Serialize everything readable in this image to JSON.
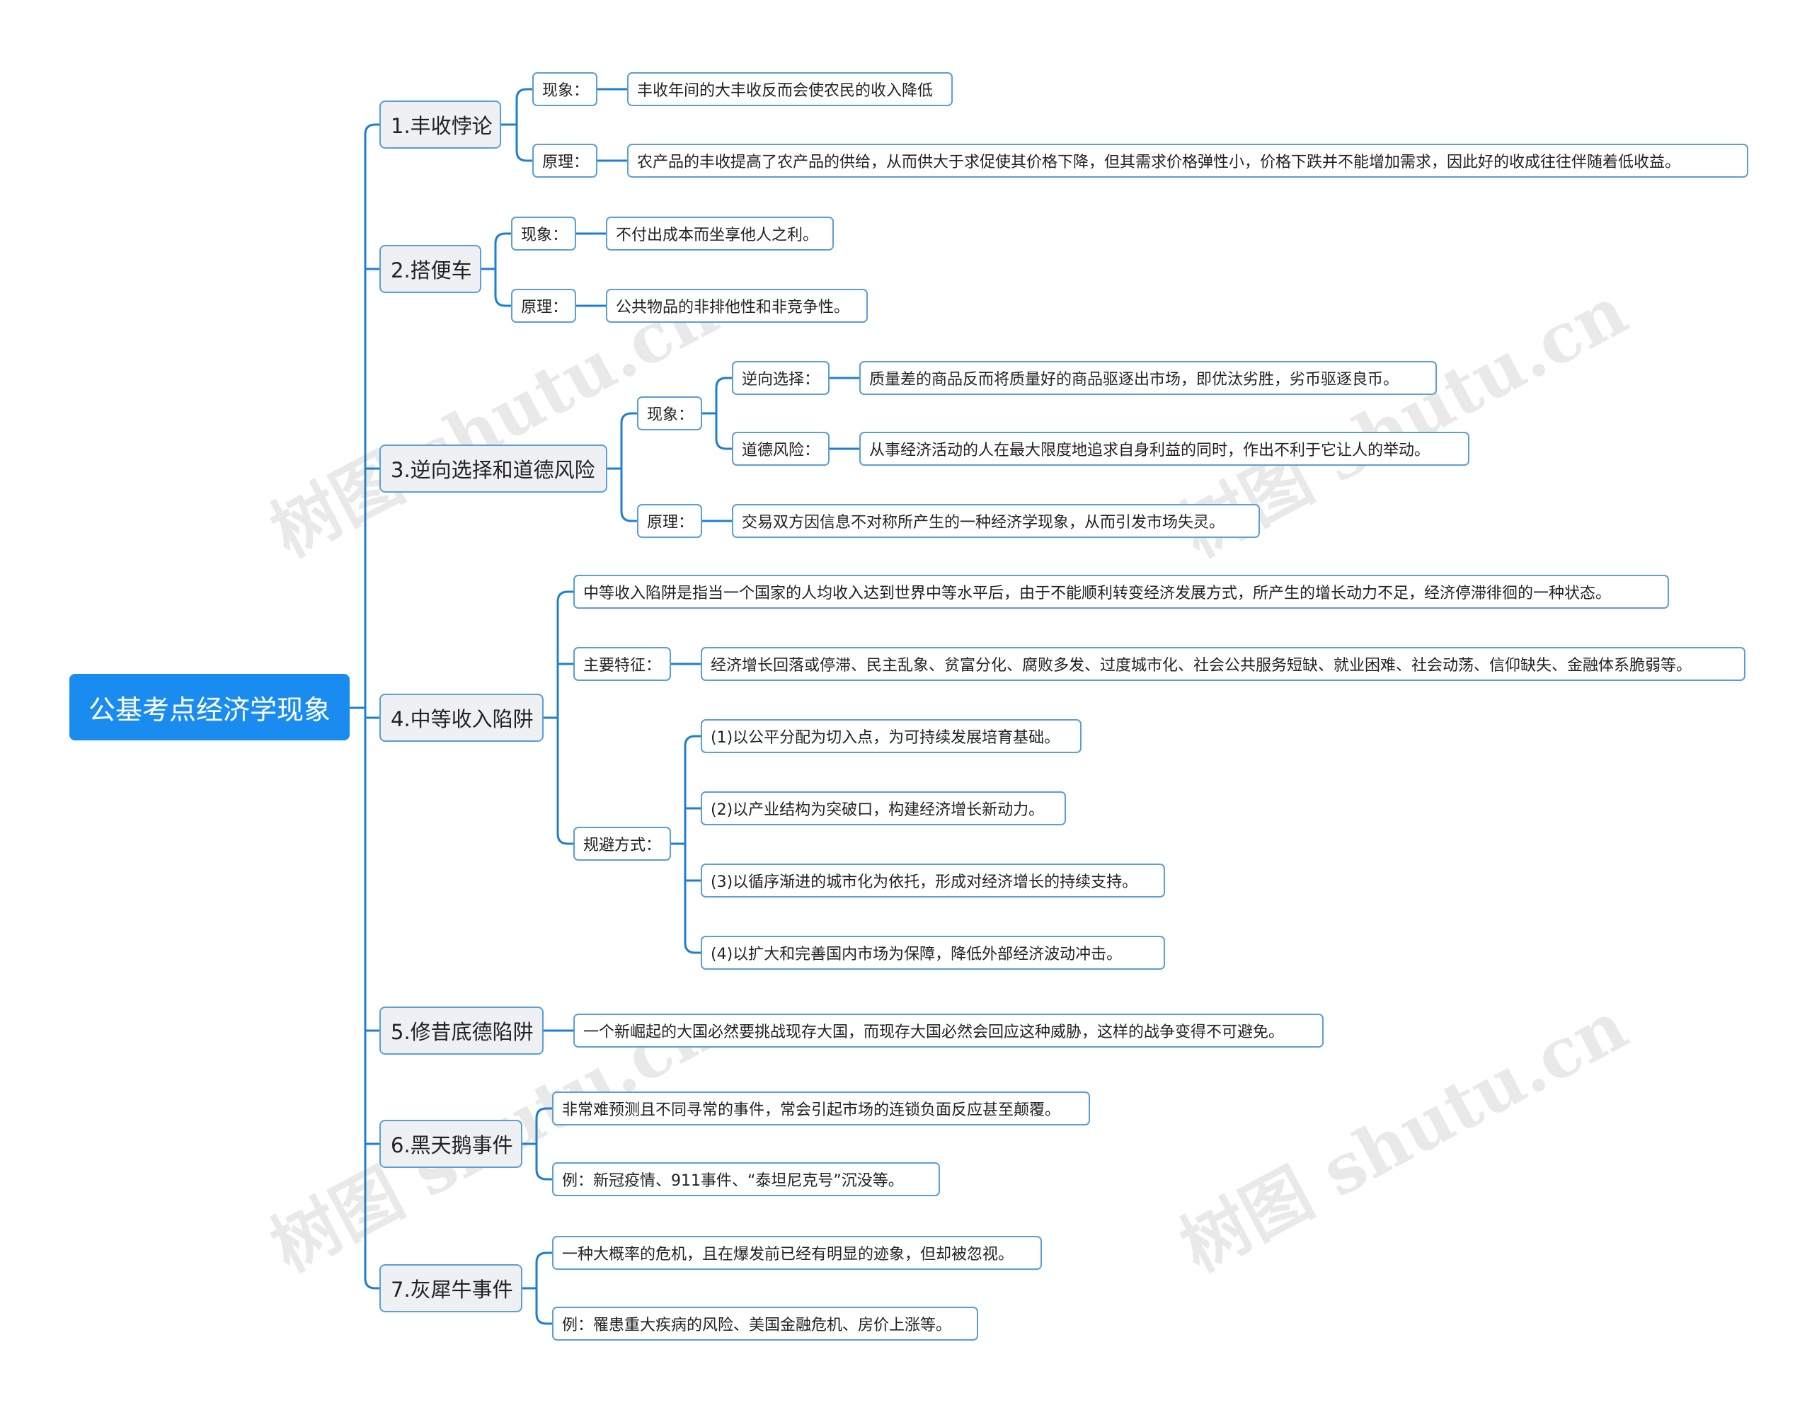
{
  "root": "公基考点经济学现象",
  "watermark": "树图 shutu.cn",
  "branches": [
    {
      "label": "1.丰收悖论",
      "children": [
        {
          "label": "现象：",
          "text": "丰收年间的大丰收反而会使农民的收入降低"
        },
        {
          "label": "原理：",
          "text": "农产品的丰收提高了农产品的供给，从而供大于求促使其价格下降，但其需求价格弹性小，价格下跌并不能增加需求，因此好的收成往往伴随着低收益。"
        }
      ]
    },
    {
      "label": "2.搭便车",
      "children": [
        {
          "label": "现象：",
          "text": "不付出成本而坐享他人之利。"
        },
        {
          "label": "原理：",
          "text": "公共物品的非排他性和非竞争性。"
        }
      ]
    },
    {
      "label": "3.逆向选择和道德风险",
      "children": [
        {
          "label": "现象：",
          "children": [
            {
              "label": "逆向选择：",
              "text": "质量差的商品反而将质量好的商品驱逐出市场，即优汰劣胜，劣币驱逐良币。"
            },
            {
              "label": "道德风险：",
              "text": "从事经济活动的人在最大限度地追求自身利益的同时，作出不利于它让人的举动。"
            }
          ]
        },
        {
          "label": "原理：",
          "text": "交易双方因信息不对称所产生的一种经济学现象，从而引发市场失灵。"
        }
      ]
    },
    {
      "label": "4.中等收入陷阱",
      "definition": "中等收入陷阱是指当一个国家的人均收入达到世界中等水平后，由于不能顺利转变经济发展方式，所产生的增长动力不足，经济停滞徘徊的一种状态。",
      "features_label": "主要特征：",
      "features": "经济增长回落或停滞、民主乱象、贫富分化、腐败多发、过度城市化、社会公共服务短缺、就业困难、社会动荡、信仰缺失、金融体系脆弱等。",
      "avoid_label": "规避方式：",
      "avoid": [
        "(1)以公平分配为切入点，为可持续发展培育基础。",
        "(2)以产业结构为突破口，构建经济增长新动力。",
        "(3)以循序渐进的城市化为依托，形成对经济增长的持续支持。",
        "(4)以扩大和完善国内市场为保障，降低外部经济波动冲击。"
      ]
    },
    {
      "label": "5.修昔底德陷阱",
      "text": "一个新崛起的大国必然要挑战现存大国，而现存大国必然会回应这种威胁，这样的战争变得不可避免。"
    },
    {
      "label": "6.黑天鹅事件",
      "texts": [
        "非常难预测且不同寻常的事件，常会引起市场的连锁负面反应甚至颠覆。",
        "例：新冠疫情、911事件、“泰坦尼克号”沉没等。"
      ]
    },
    {
      "label": "7.灰犀牛事件",
      "texts": [
        "一种大概率的危机，且在爆发前已经有明显的迹象，但却被忽视。",
        "例：罹患重大疾病的风险、美国金融危机、房价上涨等。"
      ]
    }
  ],
  "colors": {
    "root_bg": "#1a8cf0",
    "line": "#1e7fd2",
    "border": "#5a9fd6",
    "l1_bg": "#eef0f3"
  }
}
